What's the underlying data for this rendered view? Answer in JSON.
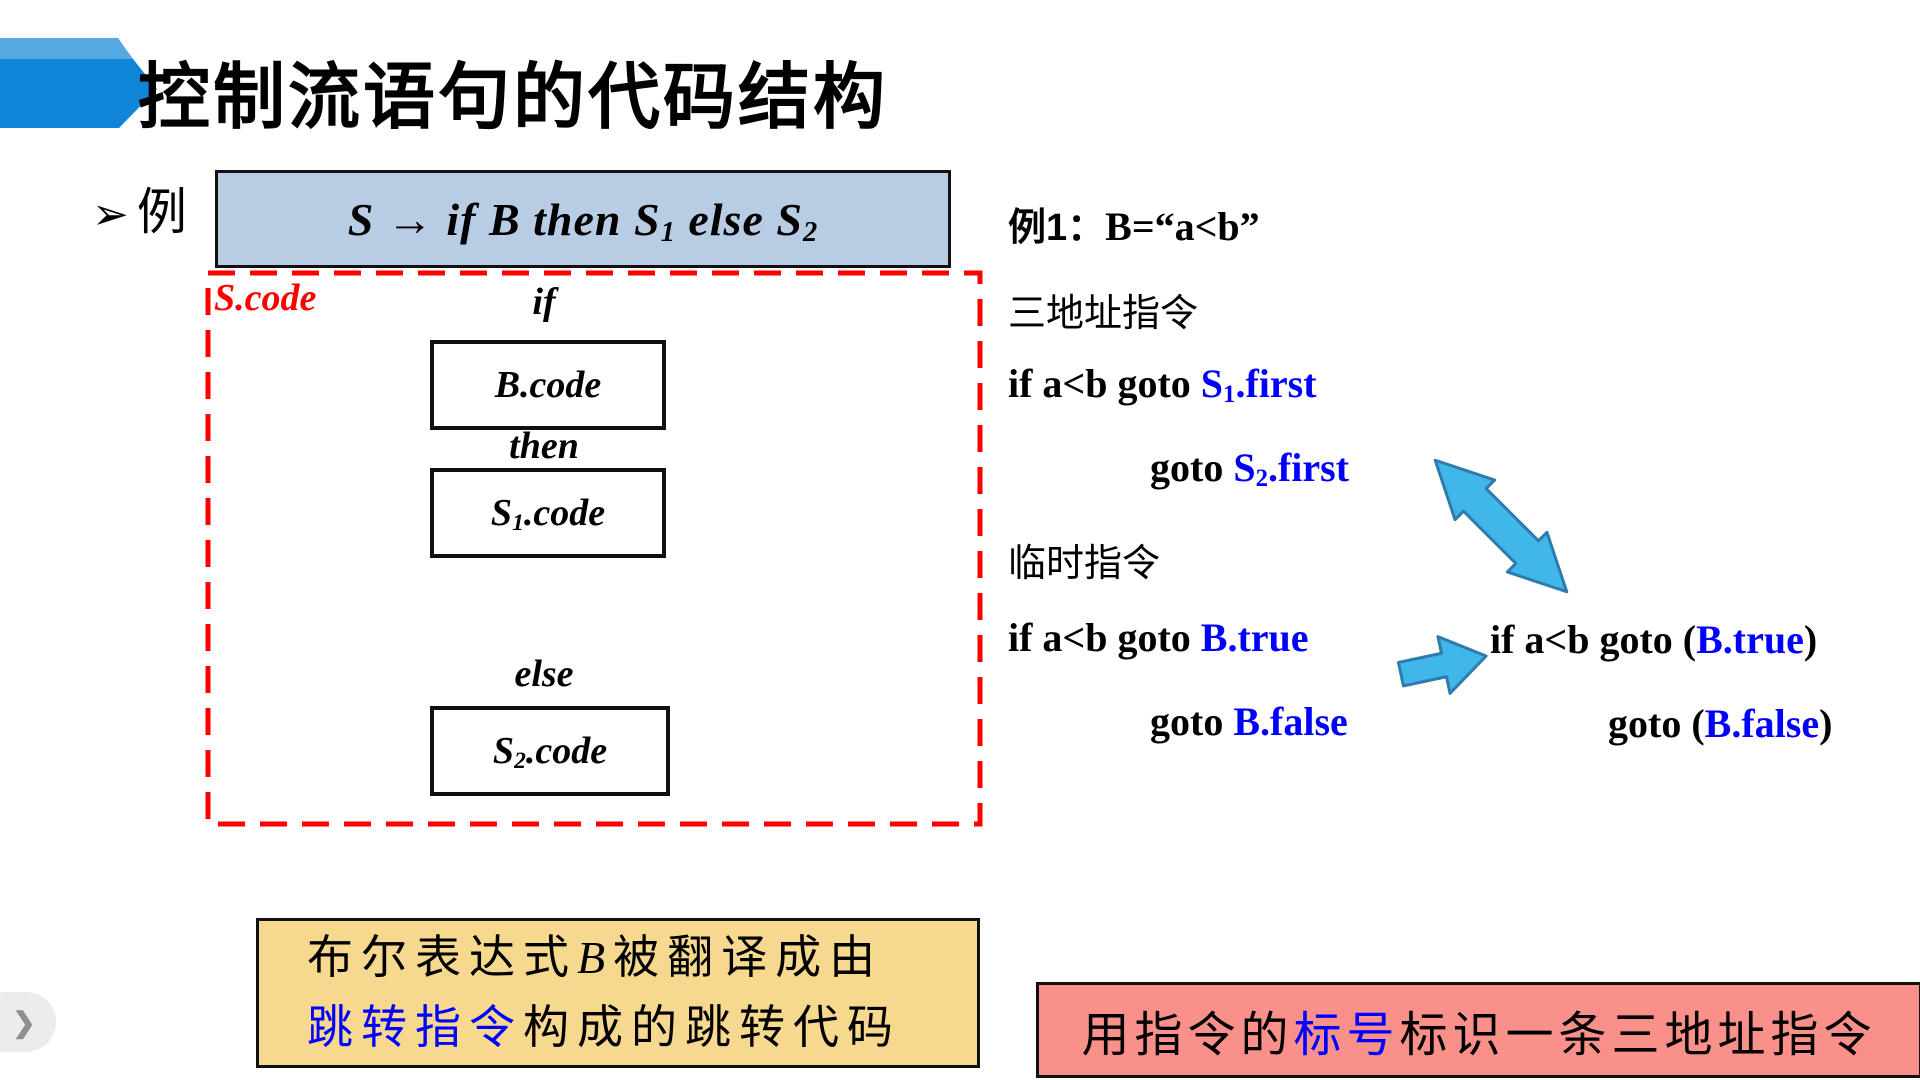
{
  "title": "控制流语句的代码结构",
  "bullet": {
    "marker": "➢",
    "label": "例"
  },
  "production": {
    "p0": "S → if B then S",
    "sub1": "1",
    "p1": " else S",
    "sub2": "2"
  },
  "diagram": {
    "region_label": "S.code",
    "if_label": "if",
    "then_label": "then",
    "else_label": "else",
    "b_code": "B.code",
    "s1_base": "S",
    "s1_sub": "1",
    "s1_suffix": ".code",
    "s2_base": "S",
    "s2_sub": "2",
    "s2_suffix": ".code"
  },
  "example": {
    "heading_label": "例1：",
    "heading_expr": "B=“a<b”",
    "three_addr_heading": "三地址指令",
    "i1_p0": "if a<b goto ",
    "i1_base": "S",
    "i1_sub": "1",
    "i1_suffix": ".first",
    "i2_p0": "goto ",
    "i2_base": "S",
    "i2_sub": "2",
    "i2_suffix": ".first",
    "temp_heading": "临时指令",
    "i3_p0": "if a<b goto ",
    "i3_target": "B.true",
    "i4_p0": "goto ",
    "i4_target": "B.false"
  },
  "result": {
    "r1_p0": "if a<b goto (",
    "r1_target": "B.true",
    "r1_p2": ")",
    "r2_p0": "goto (",
    "r2_target": "B.false",
    "r2_p2": ")"
  },
  "notes": {
    "bool_line1_p0": "布尔表达式",
    "bool_line1_b": "B",
    "bool_line1_p2": "被翻译成由",
    "bool_line2_blue": "跳转指令",
    "bool_line2_p1": "构成的跳转代码",
    "label_p0": "用指令的",
    "label_blue": "标号",
    "label_p2": "标识一条三地址指令"
  },
  "nav": {
    "chevron": "❯"
  },
  "colors": {
    "accent_blue": "#0000FF",
    "highlight_red": "#FF0000",
    "production_box_fill": "#B8CCE4",
    "bool_note_fill": "#F6D88E",
    "label_note_fill": "#F9908A",
    "arrow_fill": "#41B6E8",
    "arrow_stroke": "#2F7BAD",
    "title_arrow_light": "#55A8E0",
    "title_arrow_dark": "#0F85D8"
  }
}
